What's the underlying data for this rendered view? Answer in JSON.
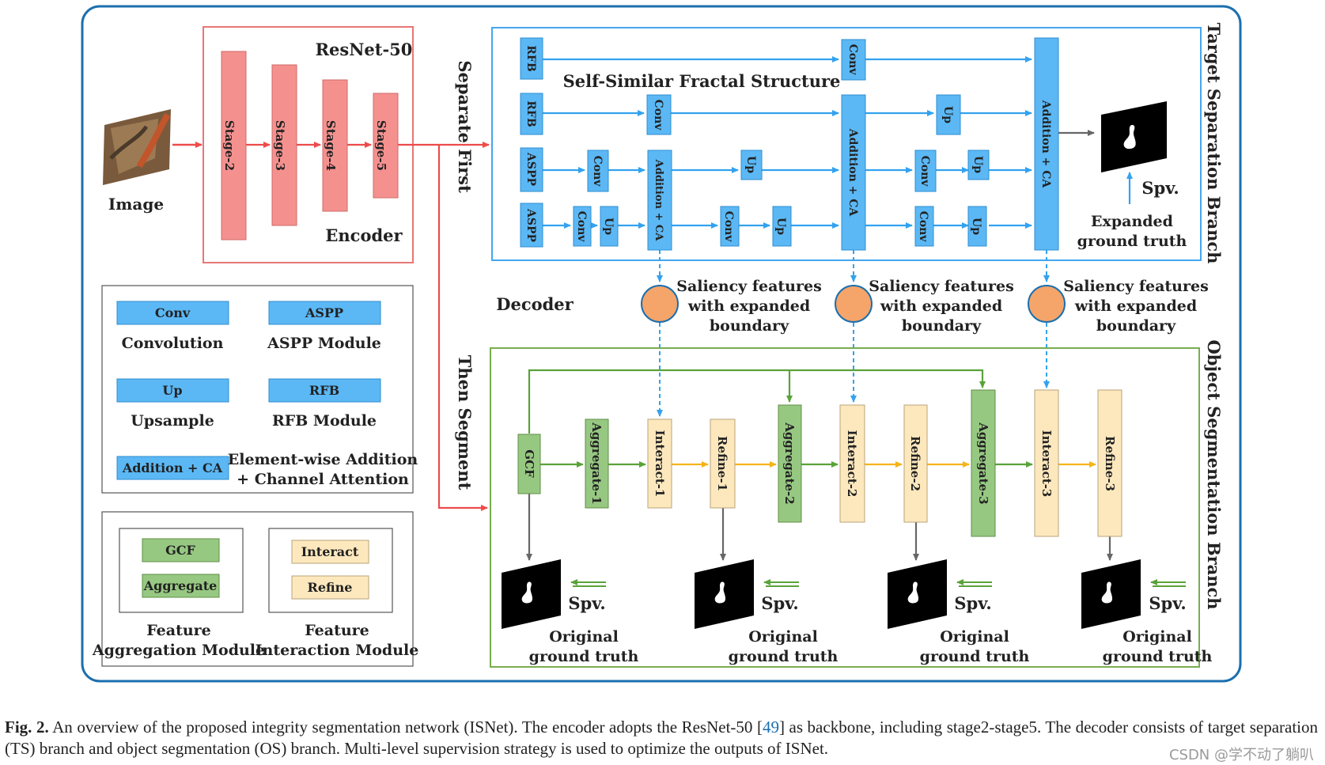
{
  "colors": {
    "outer_border": "#1b6fae",
    "encoder_border": "#e87676",
    "stage_fill": "#f4918f",
    "blue_fill": "#5bb8f5",
    "blue_line": "#33a2ef",
    "ts_border": "#44a7ef",
    "os_border": "#79ad4f",
    "green_fill": "#97c882",
    "yellow_fill": "#fde8bd",
    "green_arrow": "#5aa23a",
    "orange_arrow": "#f4b41a",
    "red_arrow": "#ee4b4b",
    "gray_arrow": "#666666",
    "orange_circle": "#f5a46a"
  },
  "input": {
    "label": "Image"
  },
  "encoder": {
    "title": "ResNet-50",
    "label": "Encoder",
    "stages": [
      "Stage-2",
      "Stage-3",
      "Stage-4",
      "Stage-5"
    ]
  },
  "flow_labels": {
    "separate_first": "Separate First",
    "then_segment": "Then Segment",
    "decoder": "Decoder"
  },
  "ts_branch": {
    "title": "Target Separation Branch",
    "subtitle": "Self-Similar Fractal Structure",
    "heads": [
      "RFB",
      "RFB",
      "ASPP",
      "ASPP"
    ],
    "conv": "Conv",
    "up": "Up",
    "addition_ca": "Addition + CA",
    "spv": "Spv.",
    "gt_line1": "Expanded",
    "gt_line2": "ground truth"
  },
  "saliency": {
    "line1": "Saliency features",
    "line2": "with expanded",
    "line3": "boundary"
  },
  "os_branch": {
    "title": "Object Segmentation Branch",
    "gcf": "GCF",
    "aggregate": [
      "Aggregate-1",
      "Aggregate-2",
      "Aggregate-3"
    ],
    "interact": [
      "Interact-1",
      "Interact-2",
      "Interact-3"
    ],
    "refine": [
      "Refine-1",
      "Refine-2",
      "Refine-3"
    ],
    "spv": "Spv.",
    "gt_line1": "Original",
    "gt_line2": "ground truth"
  },
  "legend": {
    "items": [
      {
        "box": "Conv",
        "desc": "Convolution"
      },
      {
        "box": "ASPP",
        "desc": "ASPP Module"
      },
      {
        "box": "Up",
        "desc": "Upsample"
      },
      {
        "box": "RFB",
        "desc": "RFB Module"
      },
      {
        "box": "Addition + CA",
        "desc1": "Element-wise Addition",
        "desc2": "+ Channel Attention"
      }
    ],
    "module_items": {
      "gcf": "GCF",
      "aggregate": "Aggregate",
      "interact": "Interact",
      "refine": "Refine",
      "left_desc1": "Feature",
      "left_desc2": "Aggregation Module",
      "right_desc1": "Feature",
      "right_desc2": "Interaction Module"
    }
  },
  "caption": {
    "fig_label": "Fig. 2.",
    "text_before_ref": "An overview of the proposed integrity segmentation network (ISNet). The encoder adopts the ResNet-50 [",
    "ref": "49",
    "text_after_ref": "] as backbone, including stage2-stage5. The decoder consists of target separation (TS) branch and object segmentation (OS) branch. Multi-level supervision strategy is used to optimize the outputs of ISNet."
  },
  "watermark": "CSDN @学不动了躺叭"
}
